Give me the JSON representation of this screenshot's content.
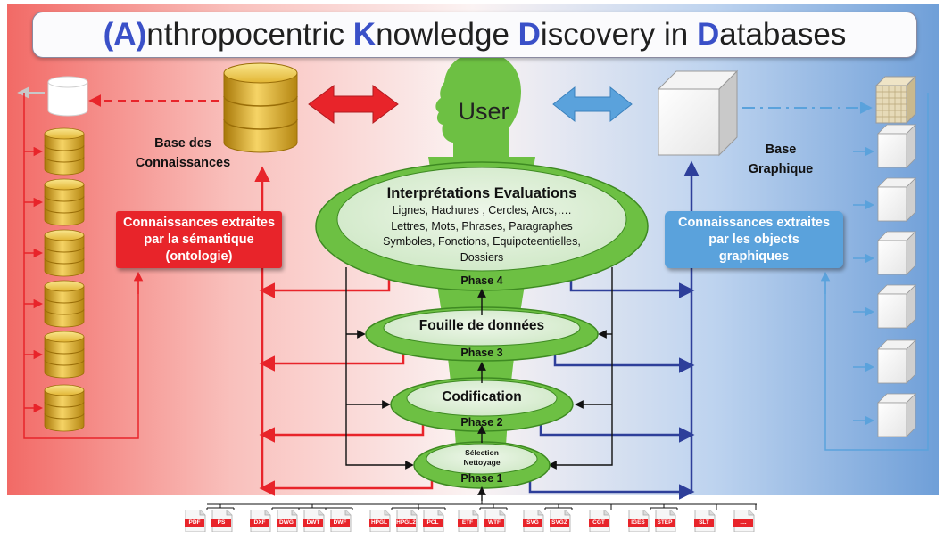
{
  "title": {
    "parts": [
      {
        "text": "(A)",
        "key": true
      },
      {
        "text": "nthropocentric ",
        "key": false
      },
      {
        "text": "K",
        "key": true
      },
      {
        "text": "nowledge ",
        "key": false
      },
      {
        "text": "D",
        "key": true
      },
      {
        "text": "iscovery in ",
        "key": false
      },
      {
        "text": "D",
        "key": true
      },
      {
        "text": "atabases",
        "key": false
      }
    ]
  },
  "user_label": "User",
  "knowledge_base": {
    "line1": "Base des",
    "line2": "Connaissances"
  },
  "graphic_base": {
    "line1": "Base",
    "line2": "Graphique"
  },
  "semantic_box": {
    "line1": "Connaissances extraites",
    "line2": "par la sémantique",
    "line3": "(ontologie)"
  },
  "graphic_box": {
    "line1": "Connaissances extraites",
    "line2": "par les objects",
    "line3": "graphiques"
  },
  "phase4": {
    "title": "Interprétations  Evaluations",
    "line1": "Lignes, Hachures , Cercles, Arcs,….",
    "line2": "Lettres, Mots, Phrases, Paragraphes",
    "line3": "Symboles, Fonctions, Equipoteentielles,",
    "line4": "Dossiers",
    "label": "Phase 4"
  },
  "phase3": {
    "title": "Fouille de données",
    "label": "Phase 3"
  },
  "phase2": {
    "title": "Codification",
    "label": "Phase 2"
  },
  "phase1": {
    "line1": "Sélection",
    "line2": "Nettoyage",
    "label": "Phase 1"
  },
  "file_formats": [
    "PDF",
    "PS",
    "DXF",
    "DWG",
    "DWT",
    "DWF",
    "HPGL",
    "HPGL2",
    "PCL",
    "ETF",
    "WTF",
    "SVG",
    "SVGZ",
    "CGT",
    "IGES",
    "STEP",
    "SLT",
    "...."
  ],
  "colors": {
    "red": "#e8242a",
    "blue": "#2e3f9a",
    "light_blue": "#5aa2dc",
    "green": "#6dc043",
    "gold": "#e0ad1c",
    "title_accent": "#3a50c8"
  }
}
